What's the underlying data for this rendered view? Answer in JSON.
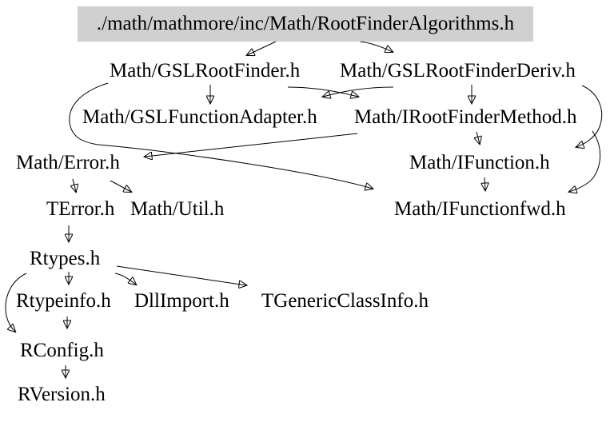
{
  "diagram": {
    "type": "include-dependency-graph",
    "colors": {
      "background": "#ffffff",
      "root_fill": "#d0d0d0",
      "edge": "#000000",
      "text": "#000000"
    },
    "nodes": [
      {
        "id": "rootfinderalgorithms",
        "label": "./math/mathmore/inc/Math/RootFinderAlgorithms.h",
        "boxed": true
      },
      {
        "id": "gslrootfinder",
        "label": "Math/GSLRootFinder.h"
      },
      {
        "id": "gslrootfinderderiv",
        "label": "Math/GSLRootFinderDeriv.h"
      },
      {
        "id": "gslfunctionadapter",
        "label": "Math/GSLFunctionAdapter.h"
      },
      {
        "id": "irootfindermethod",
        "label": "Math/IRootFinderMethod.h"
      },
      {
        "id": "error",
        "label": "Math/Error.h"
      },
      {
        "id": "ifunction",
        "label": "Math/IFunction.h"
      },
      {
        "id": "terror",
        "label": "TError.h"
      },
      {
        "id": "util",
        "label": "Math/Util.h"
      },
      {
        "id": "ifunctionfwd",
        "label": "Math/IFunctionfwd.h"
      },
      {
        "id": "rtypes",
        "label": "Rtypes.h"
      },
      {
        "id": "rtypeinfo",
        "label": "Rtypeinfo.h"
      },
      {
        "id": "dllimport",
        "label": "DllImport.h"
      },
      {
        "id": "tgenericclassinfo",
        "label": "TGenericClassInfo.h"
      },
      {
        "id": "rconfig",
        "label": "RConfig.h"
      },
      {
        "id": "rversion",
        "label": "RVersion.h"
      }
    ],
    "edges": [
      {
        "from": "rootfinderalgorithms",
        "to": "gslrootfinder"
      },
      {
        "from": "rootfinderalgorithms",
        "to": "gslrootfinderderiv"
      },
      {
        "from": "gslrootfinder",
        "to": "gslfunctionadapter"
      },
      {
        "from": "gslrootfinder",
        "to": "irootfindermethod"
      },
      {
        "from": "gslrootfinder",
        "to": "ifunctionfwd"
      },
      {
        "from": "gslrootfinderderiv",
        "to": "gslfunctionadapter"
      },
      {
        "from": "gslrootfinderderiv",
        "to": "irootfindermethod"
      },
      {
        "from": "gslrootfinderderiv",
        "to": "ifunction"
      },
      {
        "from": "irootfindermethod",
        "to": "error"
      },
      {
        "from": "irootfindermethod",
        "to": "ifunction"
      },
      {
        "from": "irootfindermethod",
        "to": "ifunctionfwd"
      },
      {
        "from": "error",
        "to": "terror"
      },
      {
        "from": "error",
        "to": "util"
      },
      {
        "from": "ifunction",
        "to": "ifunctionfwd"
      },
      {
        "from": "terror",
        "to": "rtypes"
      },
      {
        "from": "rtypes",
        "to": "rtypeinfo"
      },
      {
        "from": "rtypes",
        "to": "dllimport"
      },
      {
        "from": "rtypes",
        "to": "tgenericclassinfo"
      },
      {
        "from": "rtypes",
        "to": "rconfig"
      },
      {
        "from": "rtypeinfo",
        "to": "rconfig"
      },
      {
        "from": "rconfig",
        "to": "rversion"
      }
    ]
  }
}
